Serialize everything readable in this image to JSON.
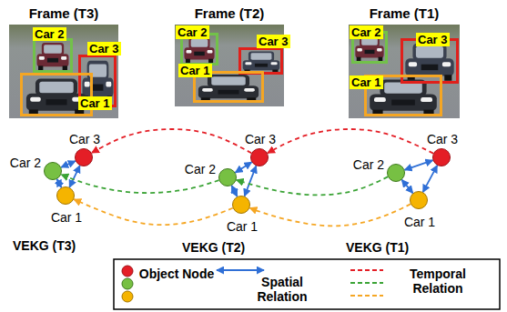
{
  "diagram": {
    "nodes": [
      {
        "text": [
          "Frame (T3)"
        ]
      },
      {
        "text": [
          "Car 2"
        ],
        "in": 0
      },
      {
        "text": [
          "Car 3"
        ],
        "in": 0
      },
      {
        "text": [
          "Car 1"
        ],
        "in": 0
      },
      {
        "text": [
          "Frame (T2)"
        ]
      },
      {
        "text": [
          "Car 2"
        ],
        "in": 4
      },
      {
        "text": [
          "Car 3"
        ],
        "in": 4
      },
      {
        "text": [
          "Car 1"
        ],
        "in": 4
      },
      {
        "text": [
          "Frame (T1)"
        ]
      },
      {
        "text": [
          "Car 2"
        ],
        "in": 8
      },
      {
        "text": [
          "Car 3"
        ],
        "in": 8
      },
      {
        "text": [
          "Car 1"
        ],
        "in": 8
      },
      {
        "text": [
          "Car 3"
        ]
      },
      {
        "text": [
          "Car 2"
        ]
      },
      {
        "text": [
          "Car 1"
        ]
      },
      {
        "text": [
          "Car 3"
        ]
      },
      {
        "text": [
          "Car 2"
        ]
      },
      {
        "text": [
          "Car 1"
        ]
      },
      {
        "text": [
          "Car 3"
        ]
      },
      {
        "text": [
          "Car 2"
        ]
      },
      {
        "text": [
          "Car 1"
        ]
      }
    ],
    "edges": [
      {
        "from": 13,
        "to": 12,
        "arrow": "both"
      },
      {
        "from": 13,
        "to": 14,
        "arrow": "both"
      },
      {
        "from": 14,
        "to": 12,
        "arrow": "both"
      },
      {
        "from": 16,
        "to": 15,
        "arrow": "both"
      },
      {
        "from": 16,
        "to": 17,
        "arrow": "both"
      },
      {
        "from": 17,
        "to": 15,
        "arrow": "both"
      },
      {
        "from": 19,
        "to": 18,
        "arrow": "both"
      },
      {
        "from": 19,
        "to": 20,
        "arrow": "both"
      },
      {
        "from": 20,
        "to": 18,
        "arrow": "both"
      },
      {
        "from": 18,
        "to": 15,
        "arrow": "to"
      },
      {
        "from": 15,
        "to": 12,
        "arrow": "to"
      },
      {
        "from": 19,
        "to": 16,
        "arrow": "to"
      },
      {
        "from": 16,
        "to": 13,
        "arrow": "to"
      },
      {
        "from": 20,
        "to": 17,
        "arrow": "to"
      },
      {
        "from": 17,
        "to": 14,
        "arrow": "to"
      }
    ],
    "labels": [
      "VEKG (T3)",
      "VEKG (T2)",
      "VEKG (T1)"
    ],
    "legend": [
      {
        "text": "Object Node"
      },
      {
        "text": "Spatial Relation"
      },
      {
        "text": "Temporal Relation"
      }
    ]
  }
}
